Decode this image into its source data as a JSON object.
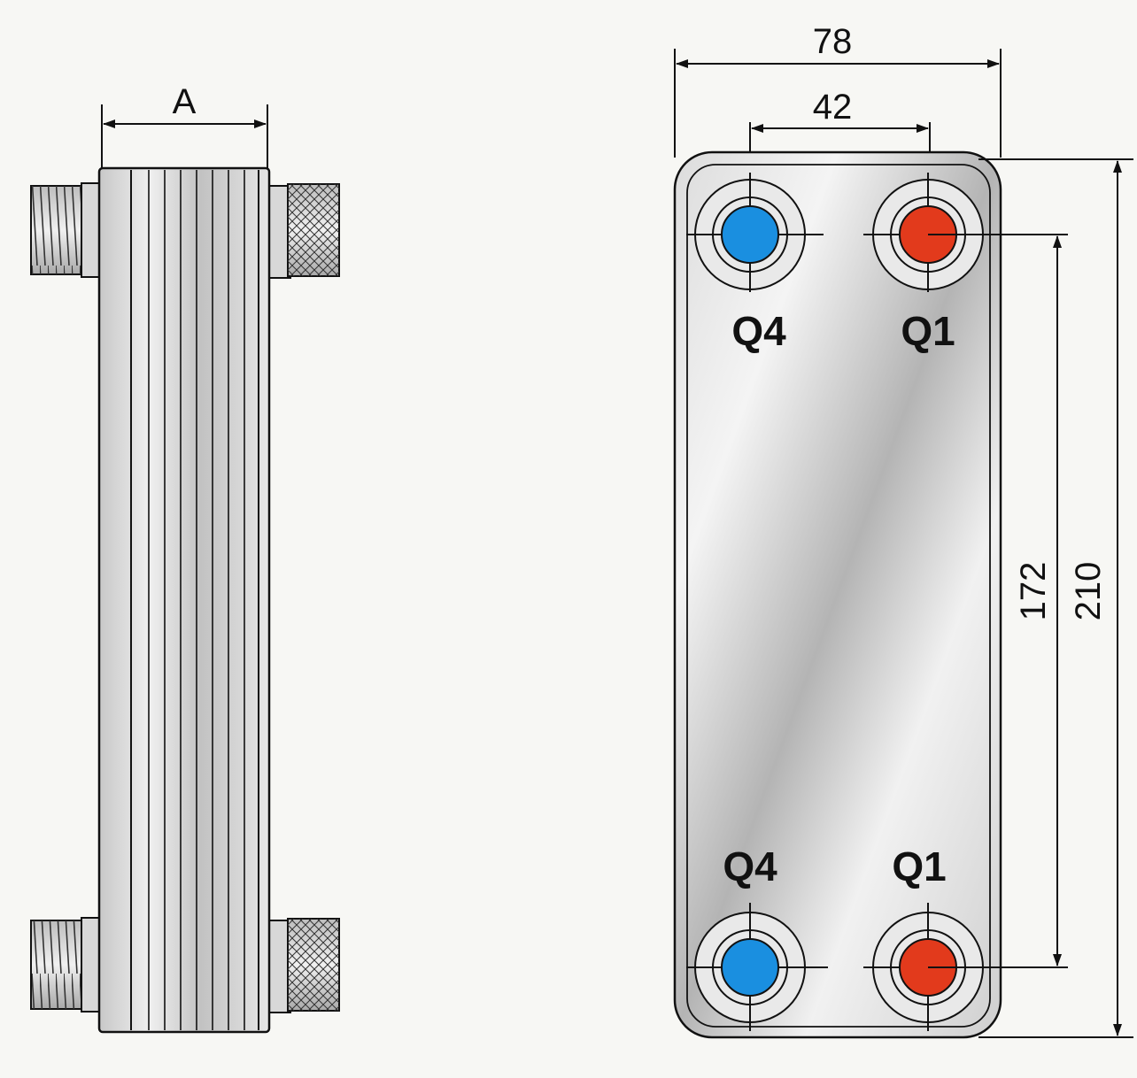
{
  "side_view": {
    "dimension_label": "A"
  },
  "front_view": {
    "dimensions": {
      "overall_width": "78",
      "port_spacing": "42",
      "port_vertical_spacing": "172",
      "overall_height": "210"
    },
    "ports": {
      "top_left": "Q4",
      "top_right": "Q1",
      "bottom_left": "Q4",
      "bottom_right": "Q1"
    }
  },
  "colors": {
    "cold_port": "#1a8fe0",
    "hot_port": "#e23a1c",
    "outline": "#111111",
    "plate_light": "#f2f2f2",
    "plate_shade": "#b9b9b9"
  }
}
